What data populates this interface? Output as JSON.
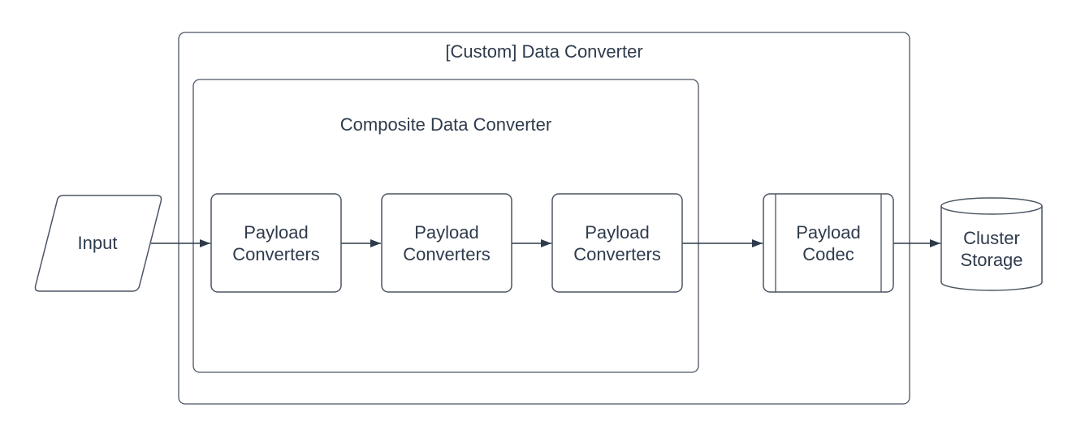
{
  "diagram": {
    "outer_container": {
      "title": "[Custom] Data Converter"
    },
    "composite_container": {
      "title": "Composite Data Converter"
    },
    "nodes": {
      "input": {
        "label": "Input",
        "shape": "parallelogram"
      },
      "payload_converters_1": {
        "label": "Payload Converters",
        "shape": "rounded-rect"
      },
      "payload_converters_2": {
        "label": "Payload Converters",
        "shape": "rounded-rect"
      },
      "payload_converters_3": {
        "label": "Payload Converters",
        "shape": "rounded-rect"
      },
      "payload_codec": {
        "label": "Payload Codec",
        "shape": "predefined-process"
      },
      "cluster_storage": {
        "label": "Cluster Storage",
        "shape": "cylinder"
      }
    },
    "connectors": [
      {
        "from": "input",
        "to": "payload_converters_1"
      },
      {
        "from": "payload_converters_1",
        "to": "payload_converters_2"
      },
      {
        "from": "payload_converters_2",
        "to": "payload_converters_3"
      },
      {
        "from": "payload_converters_3",
        "to": "payload_codec"
      },
      {
        "from": "payload_codec",
        "to": "cluster_storage"
      }
    ],
    "colors": {
      "shape_stroke": "#4b5563",
      "connector": "#2d3a4a",
      "text": "#2e3b4c",
      "background": "#ffffff"
    }
  }
}
